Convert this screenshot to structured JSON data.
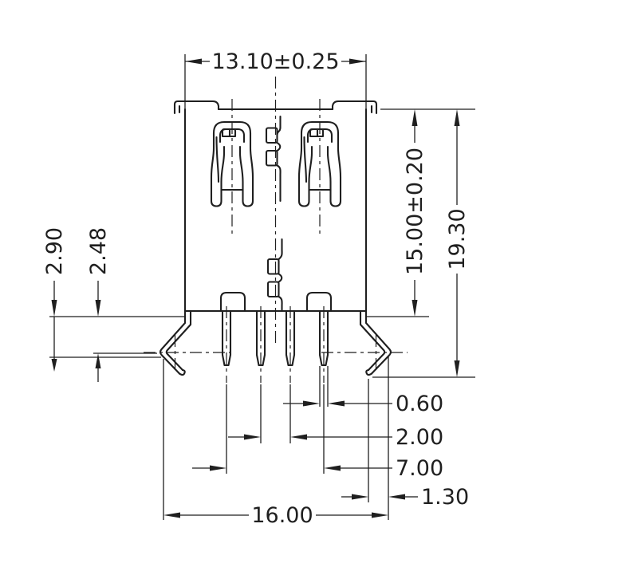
{
  "meta": {
    "background_color": "#ffffff",
    "line_color": "#1f1f1f",
    "view": "connector-front-view-technical-drawing"
  },
  "dimensions": {
    "top_width": "13.10±0.25",
    "body_height": "15.00±0.20",
    "overall_height": "19.30",
    "standoff_outer": "2.90",
    "standoff_inner": "2.48",
    "pin_width": "0.60",
    "pin_pitch_inner": "2.00",
    "pin_span": "7.00",
    "leg_tip_offset": "1.30",
    "overall_width": "16.00"
  }
}
